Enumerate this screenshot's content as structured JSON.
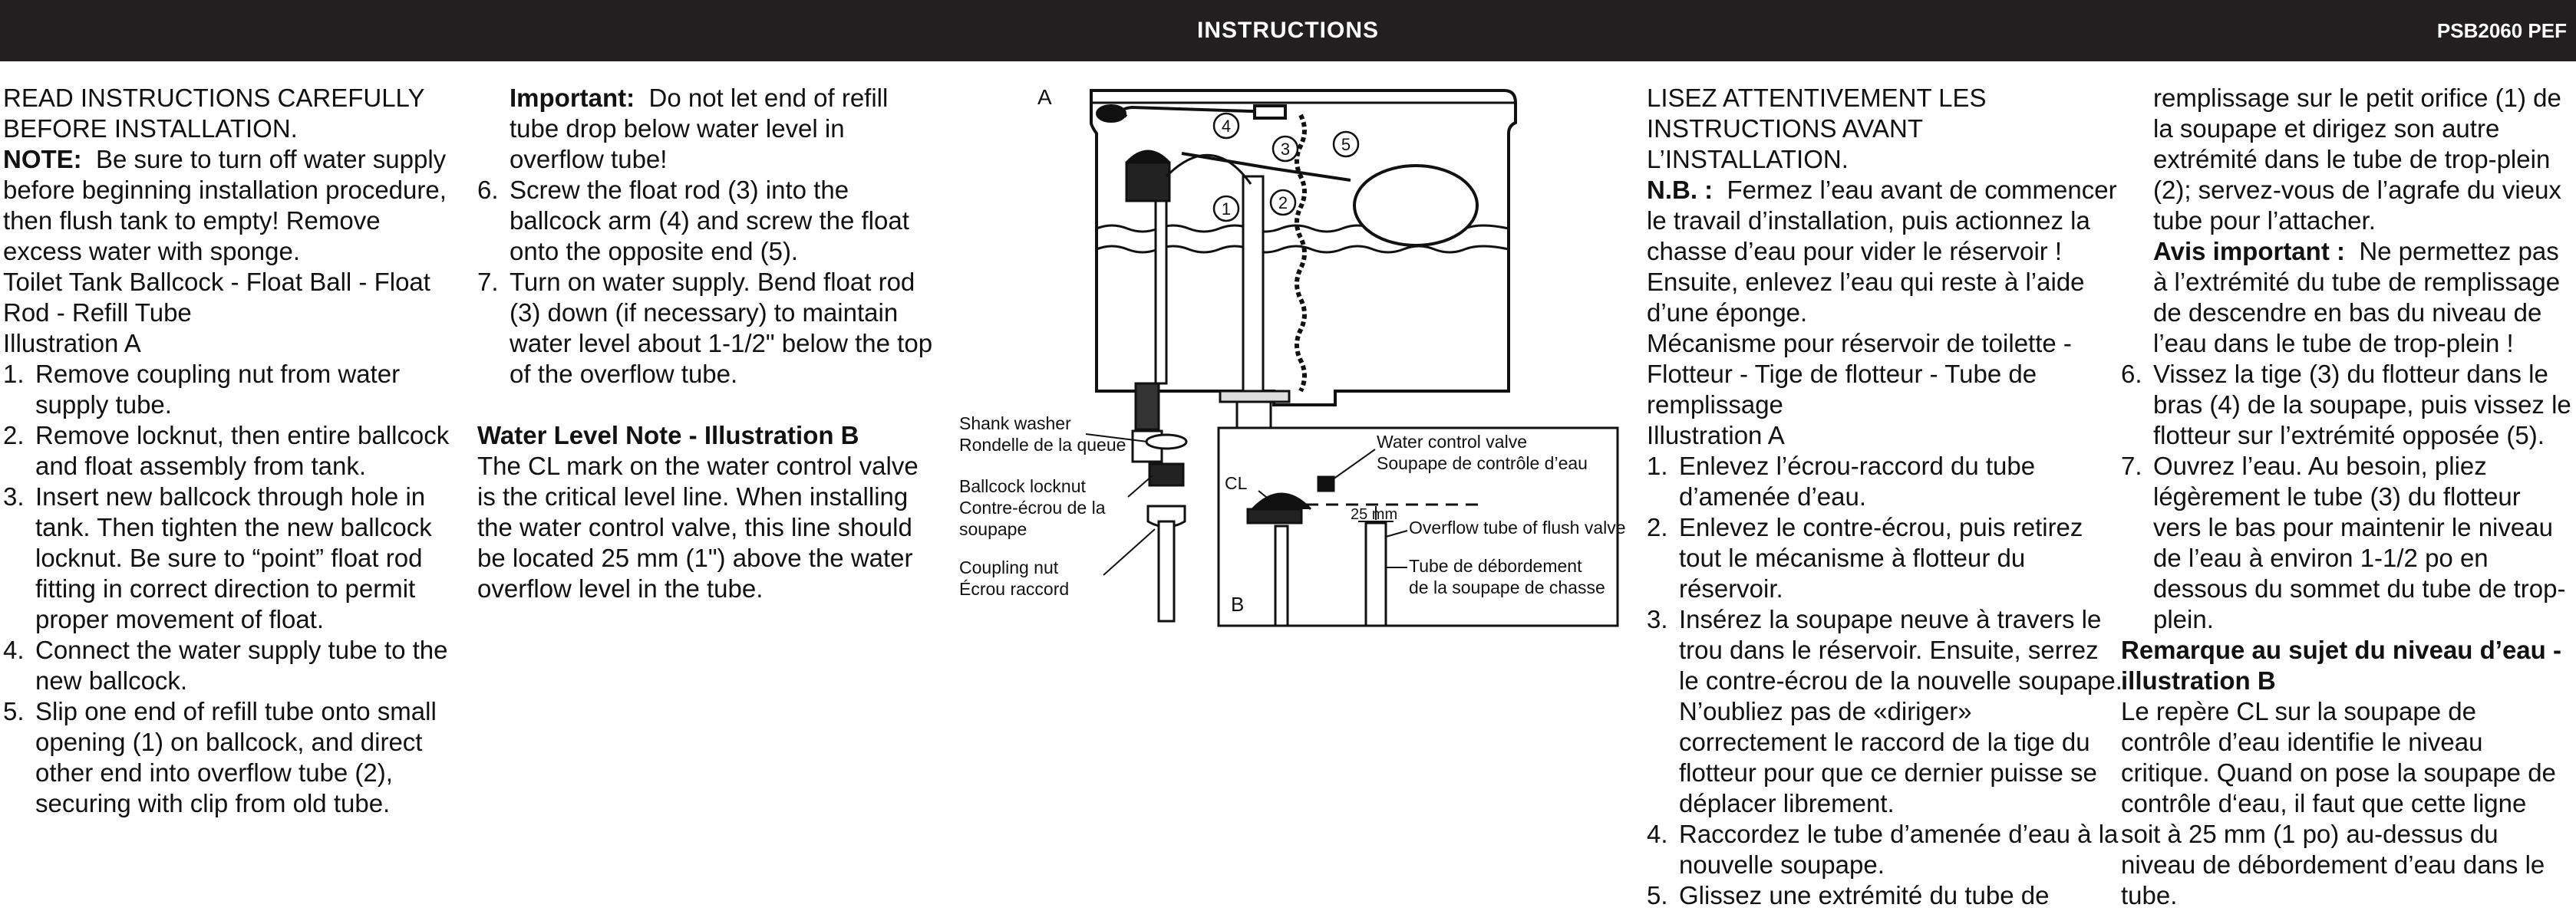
{
  "header": {
    "title": "INSTRUCTIONS",
    "code": "PSB2060 PEF"
  },
  "english_col1": {
    "intro": "READ INSTRUCTIONS CAREFULLY BEFORE INSTALLATION.",
    "note_label": "NOTE:",
    "note_text": "Be sure to turn off water supply before beginning installation procedure, then flush tank to empty!  Remove excess water with sponge.",
    "parts_title": "Toilet Tank Ballcock - Float Ball - Float Rod - Refill Tube",
    "illustration": "Illustration A",
    "steps": [
      {
        "n": "1.",
        "text": "Remove coupling nut from water supply tube."
      },
      {
        "n": "2.",
        "text": "Remove locknut, then entire ballcock and float assembly from tank."
      },
      {
        "n": "3.",
        "text": "Insert new ballcock through hole in tank. Then tighten the new ballcock locknut. Be sure to “point” float rod fitting in correct direction to permit proper movement of float."
      },
      {
        "n": "4.",
        "text": "Connect the water supply tube to the new ballcock."
      },
      {
        "n": "5.",
        "text": "Slip one end of refill tube onto small opening (1) on ballcock, and direct other end into overflow tube (2), securing with clip from old tube."
      }
    ]
  },
  "english_col2": {
    "important_label": "Important:",
    "important_text": "Do not let end of refill tube drop below water level in overflow tube!",
    "steps": [
      {
        "n": "6.",
        "text": "Screw the float rod (3) into the ballcock arm (4) and screw the float onto the opposite end (5)."
      },
      {
        "n": "7.",
        "text": "Turn on water supply.  Bend float rod (3) down (if necessary) to maintain water level about 1-1/2\" below the top of the overflow tube."
      }
    ],
    "water_title": "Water Level Note - Illustration B",
    "water_text": "The CL mark on the water control valve is the critical level line. When installing the water control valve, this line should be located 25 mm (1\") above the water overflow level in the tube."
  },
  "diagram": {
    "label_a": "A",
    "label_b": "B",
    "callouts": [
      "1",
      "2",
      "3",
      "4",
      "5"
    ],
    "shank_washer_en": "Shank washer",
    "shank_washer_fr": "Rondelle de la queue",
    "locknut_en": "Ballcock locknut",
    "locknut_fr1": "Contre-écrou de la",
    "locknut_fr2": "soupape",
    "coupling_en": "Coupling nut",
    "coupling_fr": "Écrou raccord",
    "cl": "CL",
    "mm": "25 mm",
    "valve_en": "Water control valve",
    "valve_fr": "Soupape de contrôle d’eau",
    "overflow_en": "Overflow tube of flush valve",
    "overflow_fr1": "Tube de débordement",
    "overflow_fr2": "de la soupape de chasse"
  },
  "french_col1": {
    "intro": "LISEZ ATTENTIVEMENT LES INSTRUCTIONS AVANT L’INSTALLATION.",
    "note_label": "N.B. :",
    "note_text": "Fermez l’eau avant de commencer le travail d’installation, puis actionnez la chasse d’eau pour vider le réservoir ! Ensuite, enlevez l’eau qui reste à  l’aide d’une éponge.",
    "parts_title": "Mécanisme pour réservoir de toilette - Flotteur - Tige de flotteur - Tube de remplissage",
    "illustration": "Illustration A",
    "steps": [
      {
        "n": "1.",
        "text": "Enlevez l’écrou-raccord du tube d’amenée d’eau."
      },
      {
        "n": "2.",
        "text": "Enlevez le contre-écrou, puis retirez tout le mécanisme à flotteur du réservoir."
      },
      {
        "n": "3.",
        "text": "Insérez la soupape neuve à travers le trou dans le réservoir.  Ensuite, serrez le contre-écrou de la nouvelle soupape. N’oubliez pas de «diriger» correctement le raccord de la tige du flotteur pour que ce dernier puisse se déplacer librement."
      },
      {
        "n": "4.",
        "text": "Raccordez le tube d’amenée d’eau à la nouvelle soupape."
      },
      {
        "n": "5.",
        "text": "Glissez une extrémité du tube de"
      }
    ]
  },
  "french_col2": {
    "cont_text": "remplissage sur le petit orifice (1) de la soupape et dirigez son autre extrémité dans le tube de trop-plein (2); servez-vous de l’agrafe du vieux tube pour l’attacher.",
    "important_label": "Avis important :",
    "important_text": "Ne permettez pas à l’extrémité du tube de remplissage de descendre en bas du niveau de l’eau dans le tube de trop-plein !",
    "steps": [
      {
        "n": "6.",
        "text": "Vissez la tige (3) du flotteur dans le bras (4) de la soupape, puis vissez le flotteur sur l’extrémité opposée (5)."
      },
      {
        "n": "7.",
        "text": "Ouvrez l’eau.  Au besoin, pliez légèrement le tube (3) du flotteur vers le bas pour maintenir le niveau de l’eau à environ 1-1/2 po en dessous du sommet du tube de trop-plein."
      }
    ],
    "water_title": "Remarque au sujet du niveau d’eau - illustration B",
    "water_text": "Le repère CL sur la soupape de contrôle d’eau  identifie le niveau critique. Quand on pose la  soupape de contrôle d‘eau, il faut que cette  ligne soit à 25 mm (1 po) au-dessus du  niveau de débordement d’eau dans le tube."
  }
}
